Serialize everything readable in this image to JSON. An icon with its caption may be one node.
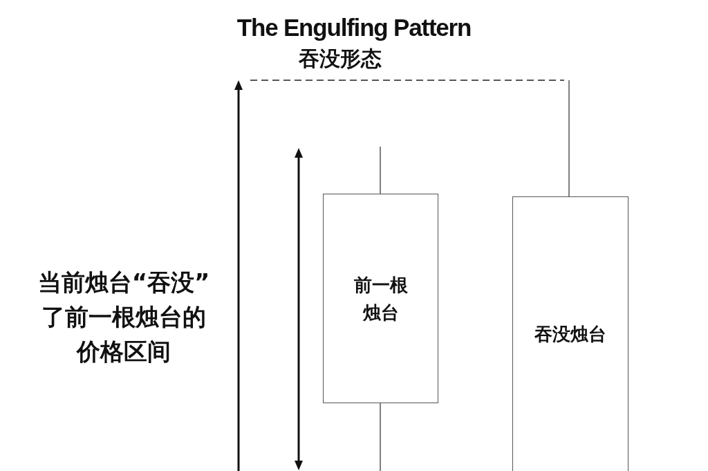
{
  "diagram": {
    "title": "The Engulfing Pattern",
    "nodes": [
      {
        "text": [
          "前一根烛台"
        ]
      },
      {
        "text": [
          "吞没烛台"
        ]
      }
    ],
    "labels": [
      "吞没形态",
      "当前烛台“吞没”了前一根烛台的价格区间"
    ]
  }
}
